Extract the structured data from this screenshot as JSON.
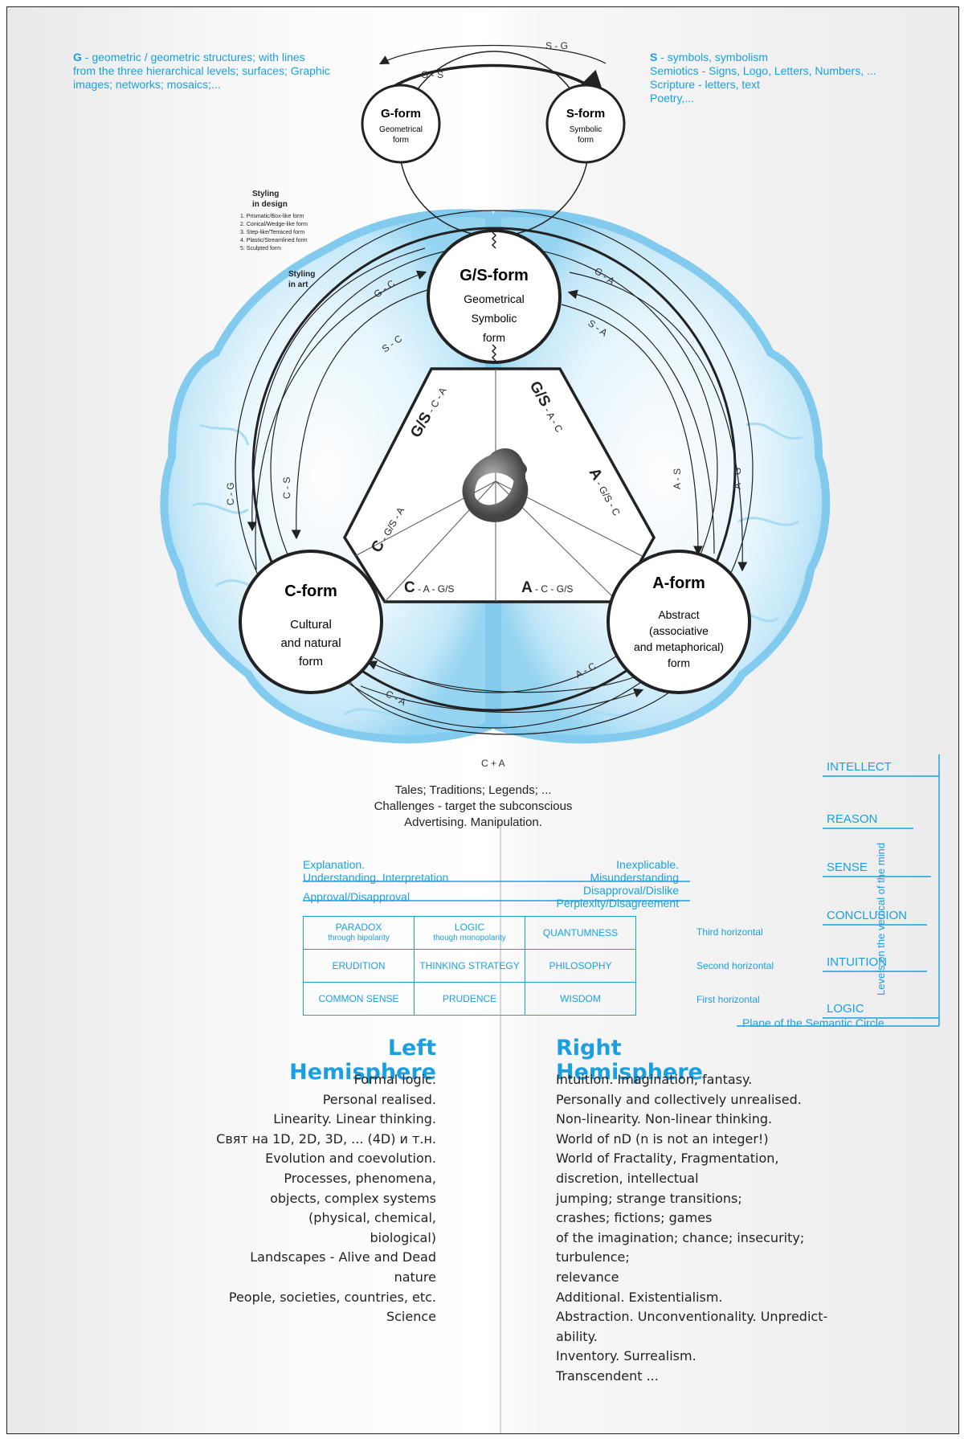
{
  "top_left": {
    "g_letter": "G",
    "text": " - geometric / geometric structures; with lines from the three hierarchical levels; surfaces; Graphic images; networks; mosaics;..."
  },
  "top_right": {
    "line1_letter": "S",
    "line1": " - symbols, symbolism",
    "line2": "Semiotics - Signs, Logo, Letters, Numbers, ...",
    "line3": "Scripture - letters, text",
    "line4": "Poetry,..."
  },
  "forms": {
    "g_title": "G-form",
    "g_sub1": "Geometrical",
    "g_sub2": "form",
    "s_title": "S-form",
    "s_sub1": "Symbolic",
    "s_sub2": "form",
    "gs_title": "G/S-form",
    "gs_sub1": "Geometrical",
    "gs_sub2": "Symbolic",
    "gs_sub3": "form",
    "c_title": "C-form",
    "c_sub1": "Cultural",
    "c_sub2": "and natural",
    "c_sub3": "form",
    "a_title": "A-form",
    "a_sub1": "Abstract",
    "a_sub2": "(associative",
    "a_sub3": "and metaphorical)",
    "a_sub4": "form"
  },
  "arrows": {
    "sg": "S - G",
    "gs": "G - S",
    "gc": "G - C",
    "sc": "S - C",
    "ga": "G - A",
    "sa": "S - A",
    "cg": "C - G",
    "cs": "C - S",
    "as": "A - S",
    "ag": "A - G",
    "ca": "C - A",
    "ac": "A - C",
    "c_plus_a": "C + A"
  },
  "styling": {
    "design_title1": "Styling",
    "design_title2": "in design",
    "items": [
      "1. Prismatic/Box-like form",
      "2. Conical/Wedge-like form",
      "3. Step-like/Terraced form",
      "4. Plastic/Streamlined form",
      "5. Sculpted form"
    ],
    "art1": "Styling",
    "art2": "in art"
  },
  "triangle": {
    "s1a": "G/S",
    "s1b": " - C - A",
    "s2a": "G/S",
    "s2b": " - A - C",
    "s3a": "A",
    "s3b": " - G/S - C",
    "s4a": "A",
    "s4b": " - C - G/S",
    "s5a": "C",
    "s5b": " - A - G/S",
    "s6a": "C",
    "s6b": " - G/S - A"
  },
  "bottom_caption": {
    "line1": "Tales; Traditions; Legends; ...",
    "line2": "Challenges - target the subconscious",
    "line3": "Advertising. Manipulation."
  },
  "levels": {
    "items": [
      "INTELLECT",
      "REASON",
      "SENSE",
      "CONCLUSION",
      "INTUITION",
      "LOGIC"
    ],
    "axis_label": "Levels on the vertical of the mind",
    "plane_label": "Plane of the Semantic Circle"
  },
  "band": {
    "left1": "Explanation.",
    "left2": "Understanding. Interpretation",
    "left3": "Approval/Disapproval",
    "right1": "Inexplicable.",
    "right2": "Misunderstanding",
    "right3": "Disapproval/Dislike",
    "right4": "Perplexity/Disagreement"
  },
  "grid": {
    "rows": [
      [
        "PARADOX",
        "LOGIC",
        "QUANTUMNESS"
      ],
      [
        "ERUDITION",
        "THINKING STRATEGY",
        "PHILOSOPHY"
      ],
      [
        "COMMON SENSE",
        "PRUDENCE",
        "WISDOM"
      ]
    ],
    "sub": [
      "through bipolarity",
      "though monopolarity"
    ],
    "horizontals": [
      "Third horizontal",
      "Second horizontal",
      "First horizontal"
    ]
  },
  "left_hemisphere": {
    "title1": "Left",
    "title2": "Hemisphere",
    "items": [
      "Formal logic.",
      "Personal realised.",
      "Linearity. Linear thinking.",
      "Свят на 1D, 2D, 3D, ... (4D) и т.н.",
      "Evolution and coevolution.",
      "Processes, phenomena,",
      "objects, complex systems",
      "(physical, chemical,",
      "biological)",
      "Landscapes - Alive and Dead",
      "nature",
      "People, societies, countries, etc.",
      "Science"
    ]
  },
  "right_hemisphere": {
    "title1": "Right",
    "title2": "Hemisphere",
    "items": [
      "Intuition. Imagination, fantasy.",
      "Personally and collectively unrealised.",
      "Non-linearity. Non-linear thinking.",
      "World of nD (n is not an integer!)",
      "World of Fractality, Fragmentation,",
      "discretion, intellectual",
      "jumping; strange transitions;",
      "crashes; fictions; games",
      "of the imagination; chance; insecurity;",
      "turbulence;",
      "relevance",
      "Additional. Existentialism.",
      "Abstraction. Unconventionality. Unpredict-",
      "ability.",
      "Inventory. Surrealism.",
      "Transcendent ..."
    ]
  },
  "colors": {
    "accent": "#1aa0e0",
    "brain": "#9fd8f2",
    "ink": "#222222"
  }
}
